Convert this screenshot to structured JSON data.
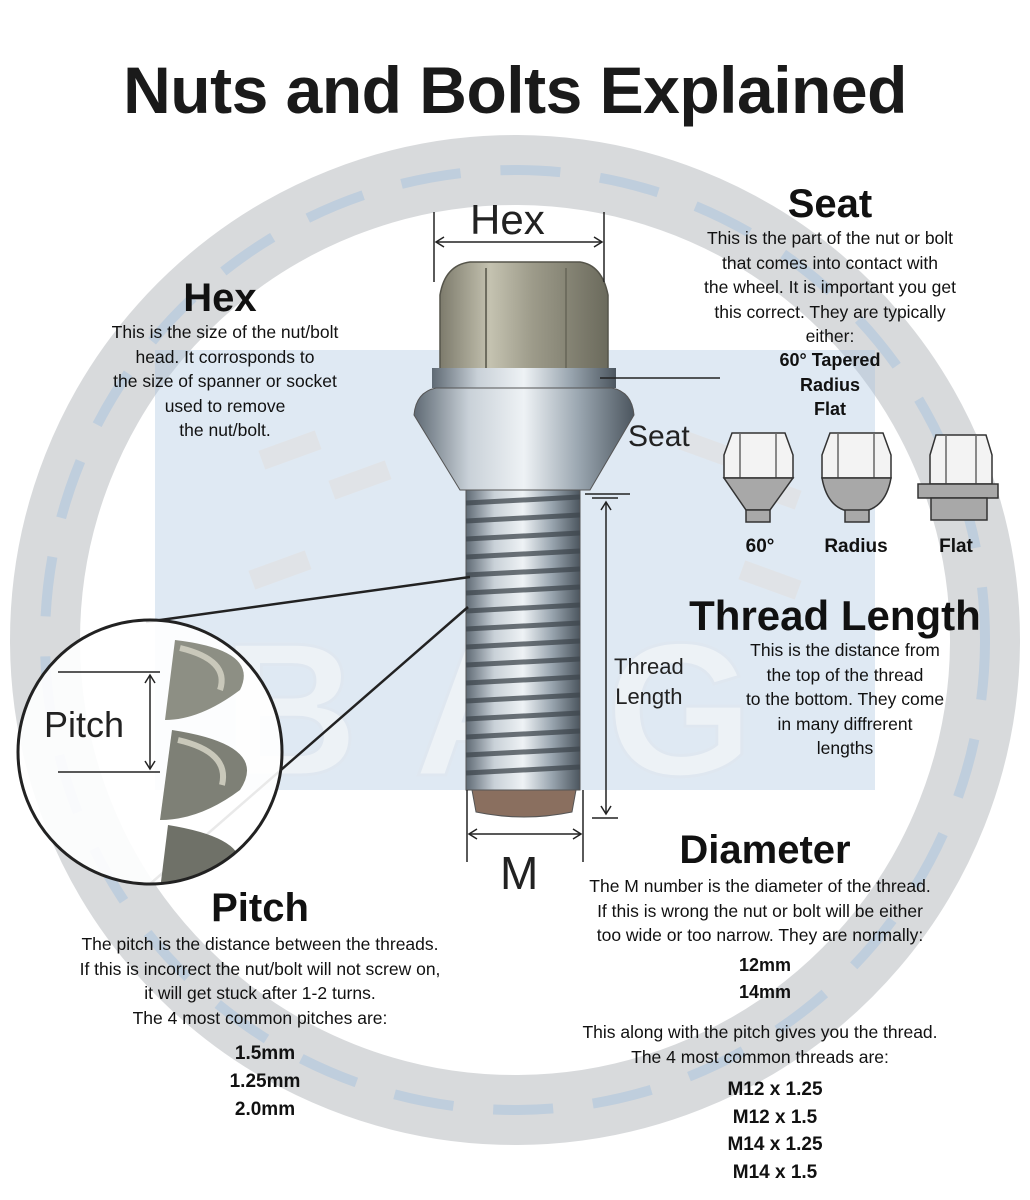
{
  "title": "Nuts and Bolts Explained",
  "watermark": "BAG",
  "callouts": {
    "hex": "Hex",
    "seat": "Seat",
    "thread_length_l1": "Thread",
    "thread_length_l2": "Length",
    "pitch": "Pitch",
    "m": "M"
  },
  "hex_section": {
    "heading": "Hex",
    "lines": [
      "This is the size of the nut/bolt",
      "head. It corrosponds to",
      "the size of spanner or socket",
      "used to remove",
      "the nut/bolt."
    ]
  },
  "seat_section": {
    "heading": "Seat",
    "lines": [
      "This is the part of the nut or bolt",
      "that comes into contact with",
      "the wheel. It is important you get",
      "this correct. They are typically",
      "either:"
    ],
    "types": [
      "60° Tapered",
      "Radius",
      "Flat"
    ],
    "icon_labels": [
      "60°",
      "Radius",
      "Flat"
    ]
  },
  "thread_section": {
    "heading": "Thread Length",
    "lines": [
      "This is the distance from",
      "the top of the thread",
      "to the bottom. They come",
      "in many diffrerent",
      "lengths"
    ]
  },
  "pitch_section": {
    "heading": "Pitch",
    "lines": [
      "The pitch is the distance between the threads.",
      "If this is incorrect the nut/bolt will not screw on,",
      "it will get stuck after 1-2 turns.",
      "The 4 most common pitches are:"
    ],
    "values": [
      "1.5mm",
      "1.25mm",
      "2.0mm"
    ]
  },
  "diameter_section": {
    "heading": "Diameter",
    "lines": [
      "The M number is the diameter of the thread.",
      "If this is wrong the nut or bolt will be either",
      "too wide or too narrow. They are normally:"
    ],
    "values": [
      "12mm",
      "14mm"
    ],
    "lines2": [
      "This along with the pitch gives you the thread.",
      "The 4 most common threads are:"
    ],
    "threads": [
      "M12 x 1.25",
      "M12 x 1.5",
      "M14 x 1.25",
      "M14 x 1.5"
    ]
  },
  "colors": {
    "watermark_blue": "#5b8fc4",
    "watermark_grey": "#b9bcc0",
    "metal": "#9aa6b0"
  }
}
